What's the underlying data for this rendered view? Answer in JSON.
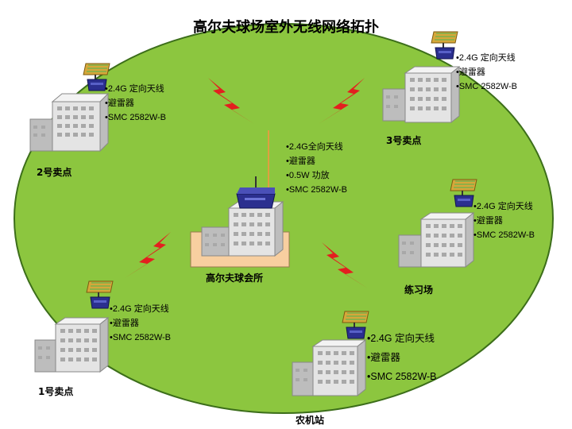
{
  "title": "高尔夫球场室外无线网络拓扑",
  "colors": {
    "field": "#8cc63f",
    "field_border": "#3c6e1a",
    "lightning": "#e31f1f",
    "router": "#2b2f8f",
    "antenna": "#d6a73a",
    "building_face": "#e4e4e4",
    "building_side": "#bdbdbd",
    "clubhouse_base": "#f8cfa0"
  },
  "nodes": {
    "clubhouse": {
      "label": "高尔夫球会所",
      "icon": "omni-antenna-router-icon",
      "specs": [
        "2.4G全向天线",
        "避雷器",
        "0.5W 功放",
        "SMC 2582W-B"
      ]
    },
    "store1": {
      "label": "1号卖点",
      "icon": "directional-antenna-icon",
      "specs": [
        "2.4G 定向天线",
        "避雷器",
        "SMC 2582W-B"
      ]
    },
    "store2": {
      "label": "2号卖点",
      "icon": "directional-antenna-icon",
      "specs": [
        "2.4G 定向天线",
        "避雷器",
        "SMC 2582W-B"
      ]
    },
    "store3": {
      "label": "3号卖点",
      "icon": "directional-antenna-icon",
      "specs": [
        "2.4G 定向天线",
        "避雷器",
        "SMC 2582W-B"
      ]
    },
    "practice": {
      "label": "练习场",
      "icon": "directional-antenna-icon",
      "specs": [
        "2.4G 定向天线",
        "避雷器",
        "SMC 2582W-B"
      ]
    },
    "farm": {
      "label": "农机站",
      "icon": "directional-antenna-icon",
      "specs": [
        "2.4G 定向天线",
        "避雷器",
        "SMC 2582W-B"
      ]
    }
  },
  "links": [
    "clubhouse-store2",
    "clubhouse-store3",
    "clubhouse-store1",
    "clubhouse-practice"
  ]
}
